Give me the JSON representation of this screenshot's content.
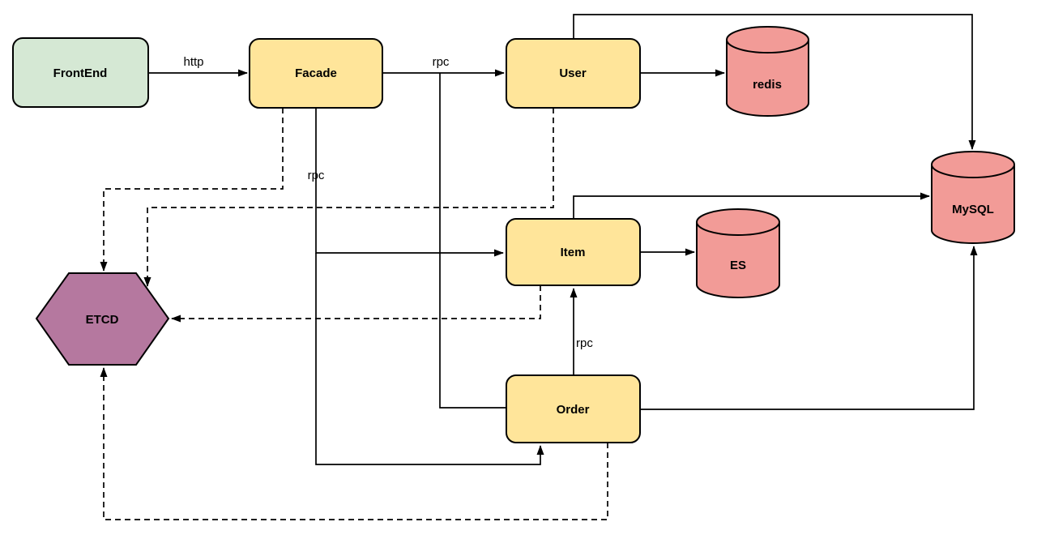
{
  "diagram": {
    "background": "#ffffff",
    "stroke_color": "#000000",
    "nodes": {
      "frontend": {
        "label": "FrontEnd",
        "shape": "rounded-rect",
        "fill": "#d5e8d4"
      },
      "facade": {
        "label": "Facade",
        "shape": "rounded-rect",
        "fill": "#ffe59a"
      },
      "user": {
        "label": "User",
        "shape": "rounded-rect",
        "fill": "#ffe59a"
      },
      "item": {
        "label": "Item",
        "shape": "rounded-rect",
        "fill": "#ffe59a"
      },
      "order": {
        "label": "Order",
        "shape": "rounded-rect",
        "fill": "#ffe59a"
      },
      "redis": {
        "label": "redis",
        "shape": "cylinder",
        "fill": "#f29b97"
      },
      "es": {
        "label": "ES",
        "shape": "cylinder",
        "fill": "#f29b97"
      },
      "mysql": {
        "label": "MySQL",
        "shape": "cylinder",
        "fill": "#f29b97"
      },
      "etcd": {
        "label": "ETCD",
        "shape": "hexagon",
        "fill": "#b5789f"
      }
    },
    "edge_labels": {
      "frontend_facade": "http",
      "facade_user": "rpc",
      "facade_down": "rpc",
      "order_item": "rpc"
    },
    "edges": [
      {
        "from": "FrontEnd",
        "to": "Facade",
        "style": "solid",
        "arrow": true,
        "label": "http"
      },
      {
        "from": "Facade",
        "to": "User",
        "style": "solid",
        "arrow": true,
        "label": "rpc"
      },
      {
        "from": "Facade",
        "to": "Order",
        "style": "solid",
        "arrow": false,
        "label": "",
        "note": "branch from Facade-User line into Order left side"
      },
      {
        "from": "User",
        "to": "redis",
        "style": "solid",
        "arrow": true,
        "label": ""
      },
      {
        "from": "User",
        "to": "MySQL",
        "style": "solid",
        "arrow": true,
        "label": ""
      },
      {
        "from": "Item",
        "to": "ES",
        "style": "solid",
        "arrow": true,
        "label": ""
      },
      {
        "from": "Item",
        "to": "MySQL",
        "style": "solid",
        "arrow": true,
        "label": ""
      },
      {
        "from": "Order",
        "to": "Item",
        "style": "solid",
        "arrow": true,
        "label": "rpc"
      },
      {
        "from": "Order",
        "to": "MySQL",
        "style": "solid",
        "arrow": true,
        "label": ""
      },
      {
        "from": "Facade",
        "to": "Item",
        "style": "solid",
        "arrow": true,
        "label": "rpc"
      },
      {
        "from": "Facade",
        "to": "Order",
        "style": "solid",
        "arrow": true,
        "label": "",
        "note": "enters Order bottom"
      },
      {
        "from": "Facade",
        "to": "ETCD",
        "style": "dashed",
        "arrow": true,
        "label": ""
      },
      {
        "from": "User",
        "to": "ETCD",
        "style": "dashed",
        "arrow": true,
        "label": ""
      },
      {
        "from": "Item",
        "to": "ETCD",
        "style": "dashed",
        "arrow": true,
        "label": ""
      },
      {
        "from": "Order",
        "to": "ETCD",
        "style": "dashed",
        "arrow": true,
        "label": ""
      }
    ]
  }
}
